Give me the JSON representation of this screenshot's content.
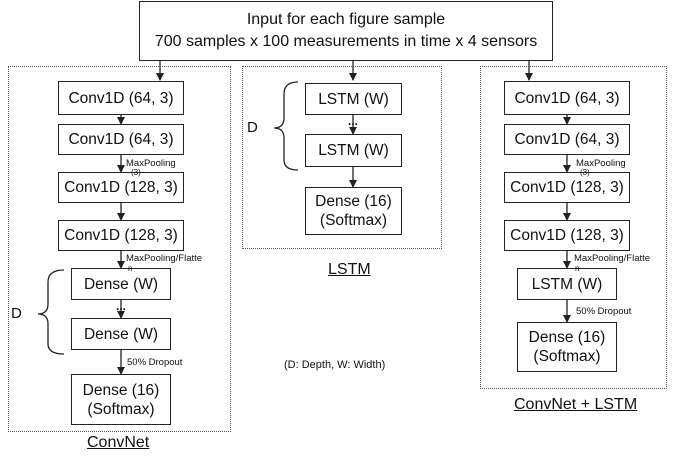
{
  "input_box": {
    "line1": "Input for each figure sample",
    "line2": "700 samples x 100 measurements in time x 4 sensors"
  },
  "convnet": {
    "title": "ConvNet",
    "layers": [
      "Conv1D (64, 3)",
      "Conv1D (64, 3)",
      "Conv1D (128, 3)",
      "Conv1D (128, 3)",
      "Dense (W)",
      "Dense (W)",
      "Dense (16)\n(Softmax)"
    ],
    "notes": {
      "pool1": "MaxPooling",
      "pool1_sub": "(3)",
      "pool2": "MaxPooling/Flatte",
      "pool2_sub": "n",
      "dropout": "50% Dropout"
    },
    "depth_label": "D",
    "ellipsis": "..."
  },
  "lstm": {
    "title": "LSTM",
    "layers": [
      "LSTM (W)",
      "LSTM (W)",
      "Dense (16)\n(Softmax)"
    ],
    "depth_label": "D",
    "ellipsis": "..."
  },
  "convnet_lstm": {
    "title": "ConvNet + LSTM",
    "layers": [
      "Conv1D (64, 3)",
      "Conv1D (64, 3)",
      "Conv1D (128, 3)",
      "Conv1D (128, 3)",
      "LSTM (W)",
      "Dense (16)\n(Softmax)"
    ],
    "notes": {
      "pool1": "MaxPooling",
      "pool1_sub": "(3)",
      "pool2": "MaxPooling/Flatte",
      "pool2_sub": "n",
      "dropout": "50% Dropout"
    }
  },
  "legend": "(D: Depth, W: Width)"
}
